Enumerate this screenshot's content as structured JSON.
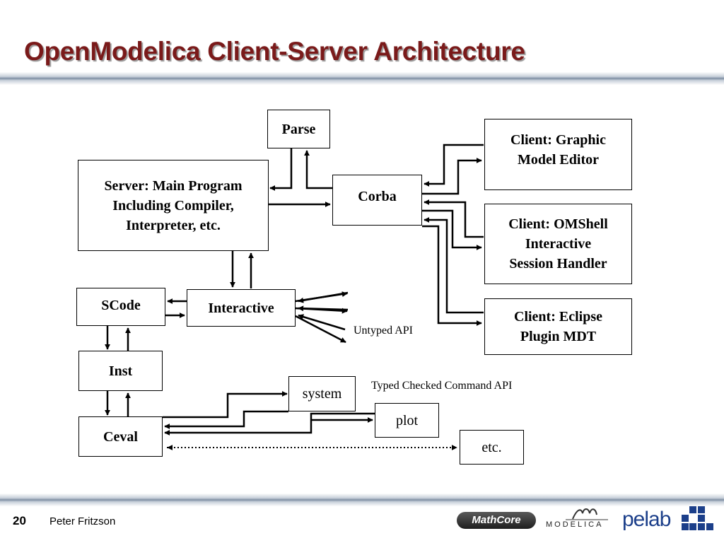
{
  "title": "OpenModelica Client-Server Architecture",
  "boxes": {
    "parse": "Parse",
    "server": "Server: Main Program\nIncluding Compiler,\nInterpreter, etc.",
    "corba": "Corba",
    "client_graphic": "Client: Graphic\nModel Editor",
    "client_omshell": "Client: OMShell\nInteractive\nSession Handler",
    "client_eclipse": "Client: Eclipse\nPlugin MDT",
    "scode": "SCode",
    "interactive": "Interactive",
    "inst": "Inst",
    "ceval": "Ceval",
    "system": "system",
    "plot": "plot",
    "etc": "etc."
  },
  "labels": {
    "untyped_api": "Untyped API",
    "typed_api": "Typed Checked Command API"
  },
  "footer": {
    "page_number": "20",
    "author": "Peter Fritzson",
    "logos": {
      "mathcore": "MathCore",
      "modelica": "MODELICA",
      "pelab": "pelab"
    }
  },
  "colors": {
    "title": "#7a1a1a",
    "pelab": "#1c3f8a"
  }
}
